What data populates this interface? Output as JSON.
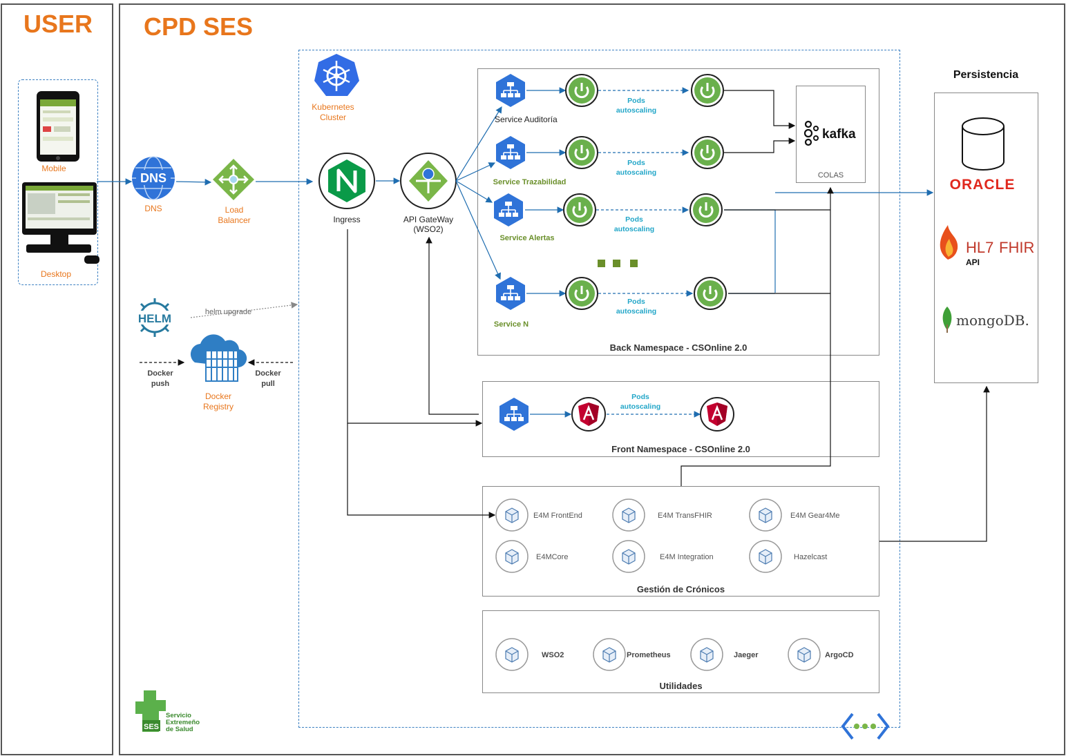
{
  "titles": {
    "user": "USER",
    "cpd": "CPD SES",
    "persistencia": "Persistencia"
  },
  "user": {
    "mobile": "Mobile",
    "desktop": "Desktop"
  },
  "edge": {
    "dns_icon": "DNS",
    "dns": "DNS",
    "lb": "Load\nBalancer"
  },
  "k8s": {
    "label": "Kubernetes\nCluster",
    "ingress": "Ingress",
    "gateway": "API GateWay\n(WSO2)"
  },
  "helm": {
    "label": "HELM",
    "upgrade": "helm upgrade"
  },
  "docker": {
    "push": "Docker\npush",
    "pull": "Docker\npull",
    "registry": "Docker\nRegistry"
  },
  "back": {
    "title": "Back Namespace - CSOnline 2.0",
    "services": [
      "Service Auditoría",
      "Service Trazabilidad",
      "Service Alertas",
      "Service N"
    ],
    "pods": "Pods\nautoscaling",
    "kafka": "kafka",
    "colas": "COLAS"
  },
  "front": {
    "title": "Front Namespace - CSOnline 2.0",
    "pods": "Pods\nautoscaling"
  },
  "cronicos": {
    "title": "Gestión de Crónicos",
    "items": [
      "E4M FrontEnd",
      "E4M TransFHIR",
      "E4M Gear4Me",
      "E4MCore",
      "E4M Integration",
      "Hazelcast"
    ]
  },
  "utilidades": {
    "title": "Utilidades",
    "items": [
      "WSO2",
      "Prometheus",
      "Jaeger",
      "ArgoCD"
    ]
  },
  "persistence": {
    "oracle": "ORACLE",
    "hl7": "HL7",
    "fhir": "FHIR",
    "api": "API",
    "mongo": "mongoDB."
  },
  "ses": {
    "badge": "SES",
    "name": "Servicio\nExtremeño\nde Salud"
  },
  "colors": {
    "orange": "#e8761c",
    "blue": "#2a6fc9",
    "green": "#6ab04c",
    "angular": "#c3002f",
    "oracle": "#e0281d"
  }
}
